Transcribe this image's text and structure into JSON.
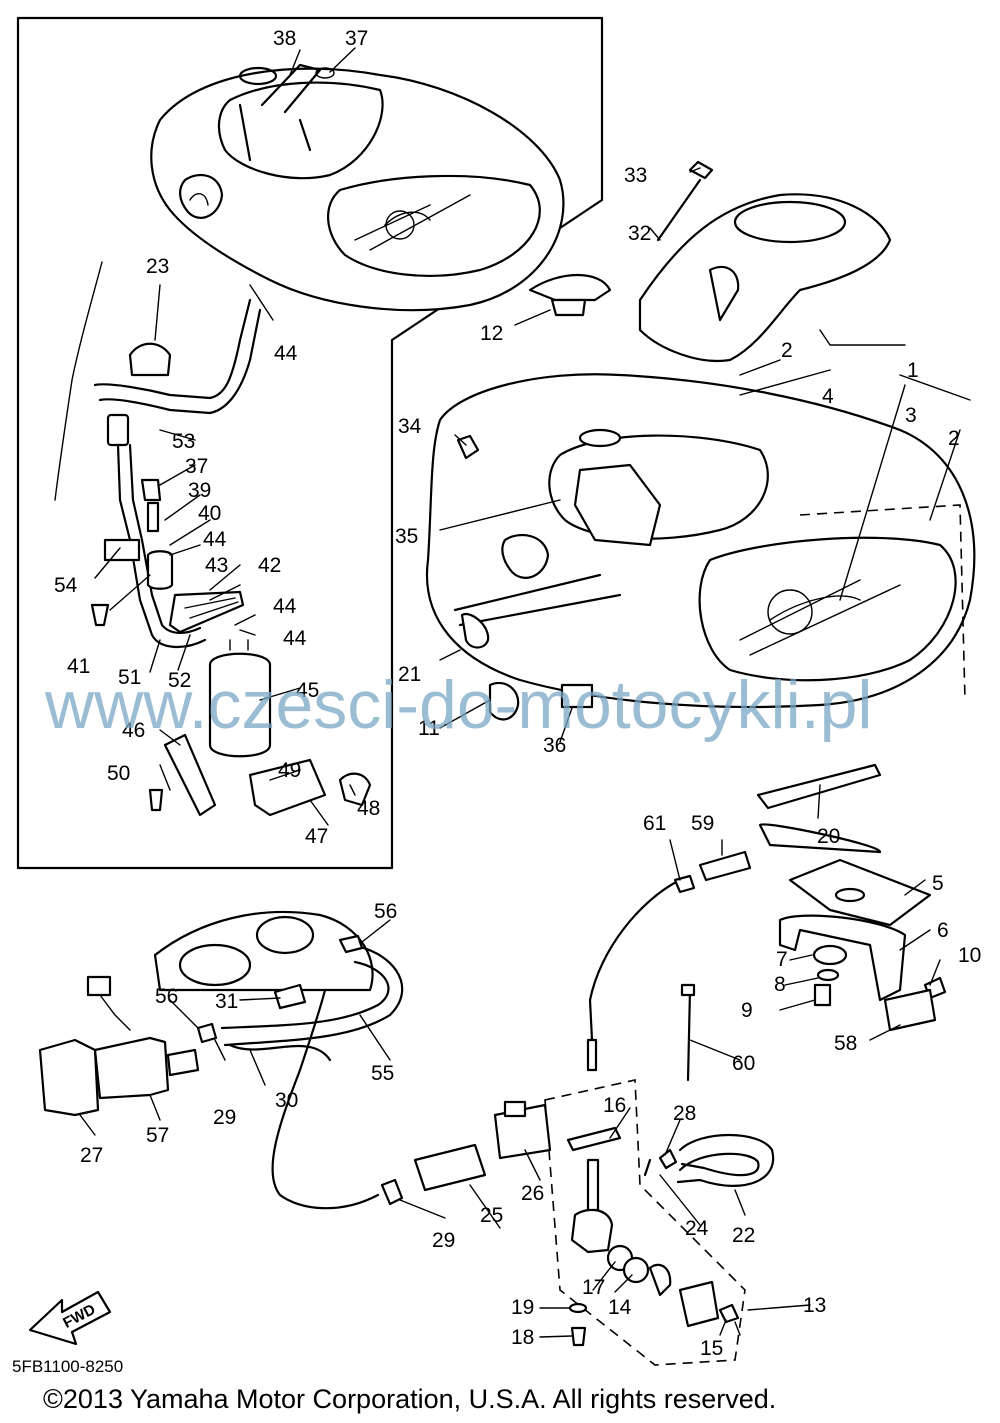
{
  "diagram": {
    "watermark": "www.czesci-do-motocykli.pl",
    "reference_code": "5FB1100-8250",
    "copyright": "©2013 Yamaha Motor Corporation, U.S.A. All rights reserved.",
    "fwd_label": "FWD",
    "callouts": [
      "1",
      "2",
      "2",
      "3",
      "4",
      "5",
      "6",
      "7",
      "8",
      "9",
      "10",
      "11",
      "12",
      "13",
      "14",
      "15",
      "16",
      "17",
      "18",
      "19",
      "20",
      "21",
      "22",
      "23",
      "24",
      "25",
      "26",
      "27",
      "28",
      "29",
      "29",
      "30",
      "31",
      "32",
      "33",
      "34",
      "35",
      "36",
      "37",
      "37",
      "38",
      "39",
      "40",
      "41",
      "42",
      "43",
      "44",
      "44",
      "44",
      "44",
      "45",
      "46",
      "47",
      "48",
      "49",
      "50",
      "51",
      "52",
      "53",
      "54",
      "55",
      "56",
      "56",
      "57",
      "58",
      "59",
      "60",
      "61"
    ]
  }
}
